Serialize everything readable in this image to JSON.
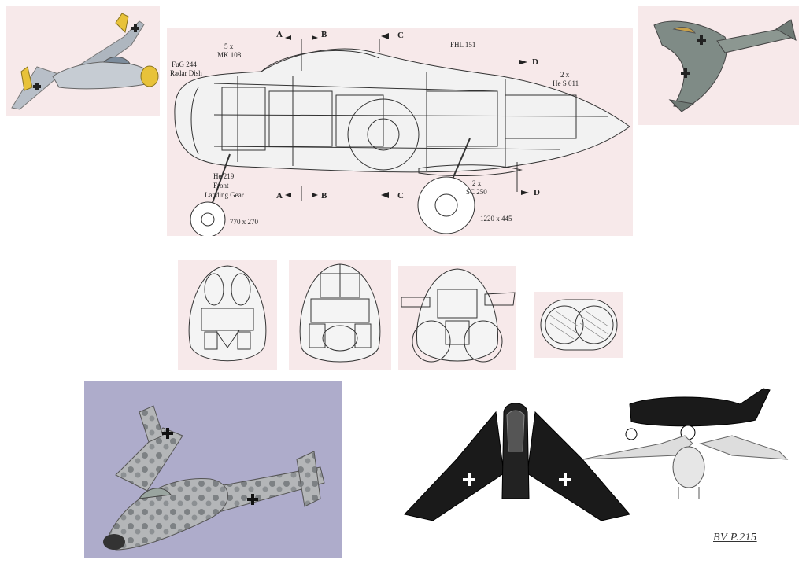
{
  "cutaway": {
    "title": "FHL 151",
    "labels": {
      "radar": [
        "FuG 244",
        "Radar Dish"
      ],
      "guns": [
        "5 x",
        "MK 108"
      ],
      "engines": [
        "2 x",
        "He S 011"
      ],
      "bombs": [
        "2 x",
        "SC 250"
      ],
      "front_gear": [
        "He 219",
        "Front",
        "Landing Gear"
      ],
      "front_wheel_size": "770 x 270",
      "main_wheel_size": "1220 x 445"
    },
    "sections": {
      "a": "A",
      "b": "B",
      "c": "C",
      "d": "D"
    }
  },
  "caption": "BV P.215"
}
